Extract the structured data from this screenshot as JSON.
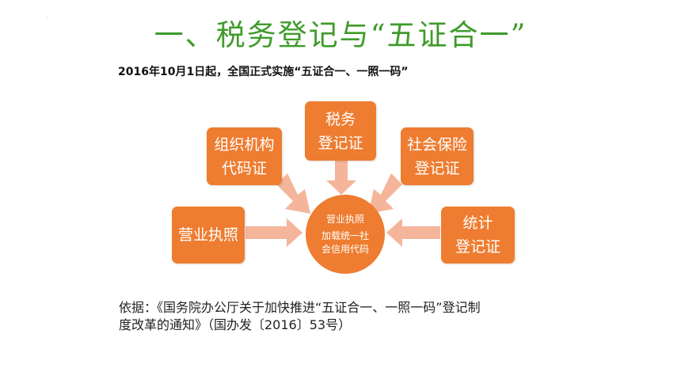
{
  "title": "一、税务登记与“五证合一”",
  "subtitle": "2016年10月1日起，全国正式实施“五证合一、一照一码”",
  "diagram": {
    "center": {
      "line1": "营业执照",
      "line2": "加载统一社",
      "line3": "会信用代码"
    },
    "boxes": {
      "org_code": {
        "line1": "组织机构",
        "line2": "代码证"
      },
      "tax": {
        "line1": "税务",
        "line2": "登记证"
      },
      "social": {
        "line1": "社会保险",
        "line2": "登记证"
      },
      "business": {
        "line1": "营业执照"
      },
      "stats": {
        "line1": "统计",
        "line2": "登记证"
      }
    },
    "colors": {
      "box": "#ee7d31",
      "arrow": "#f4b59a",
      "title": "#3f9b2b"
    }
  },
  "basis": {
    "line1": "依据：《国务院办公厅关于加快推进“五证合一、一照一码”登记制",
    "line2": "度改革的通知》（国办发〔2016〕53号）"
  }
}
